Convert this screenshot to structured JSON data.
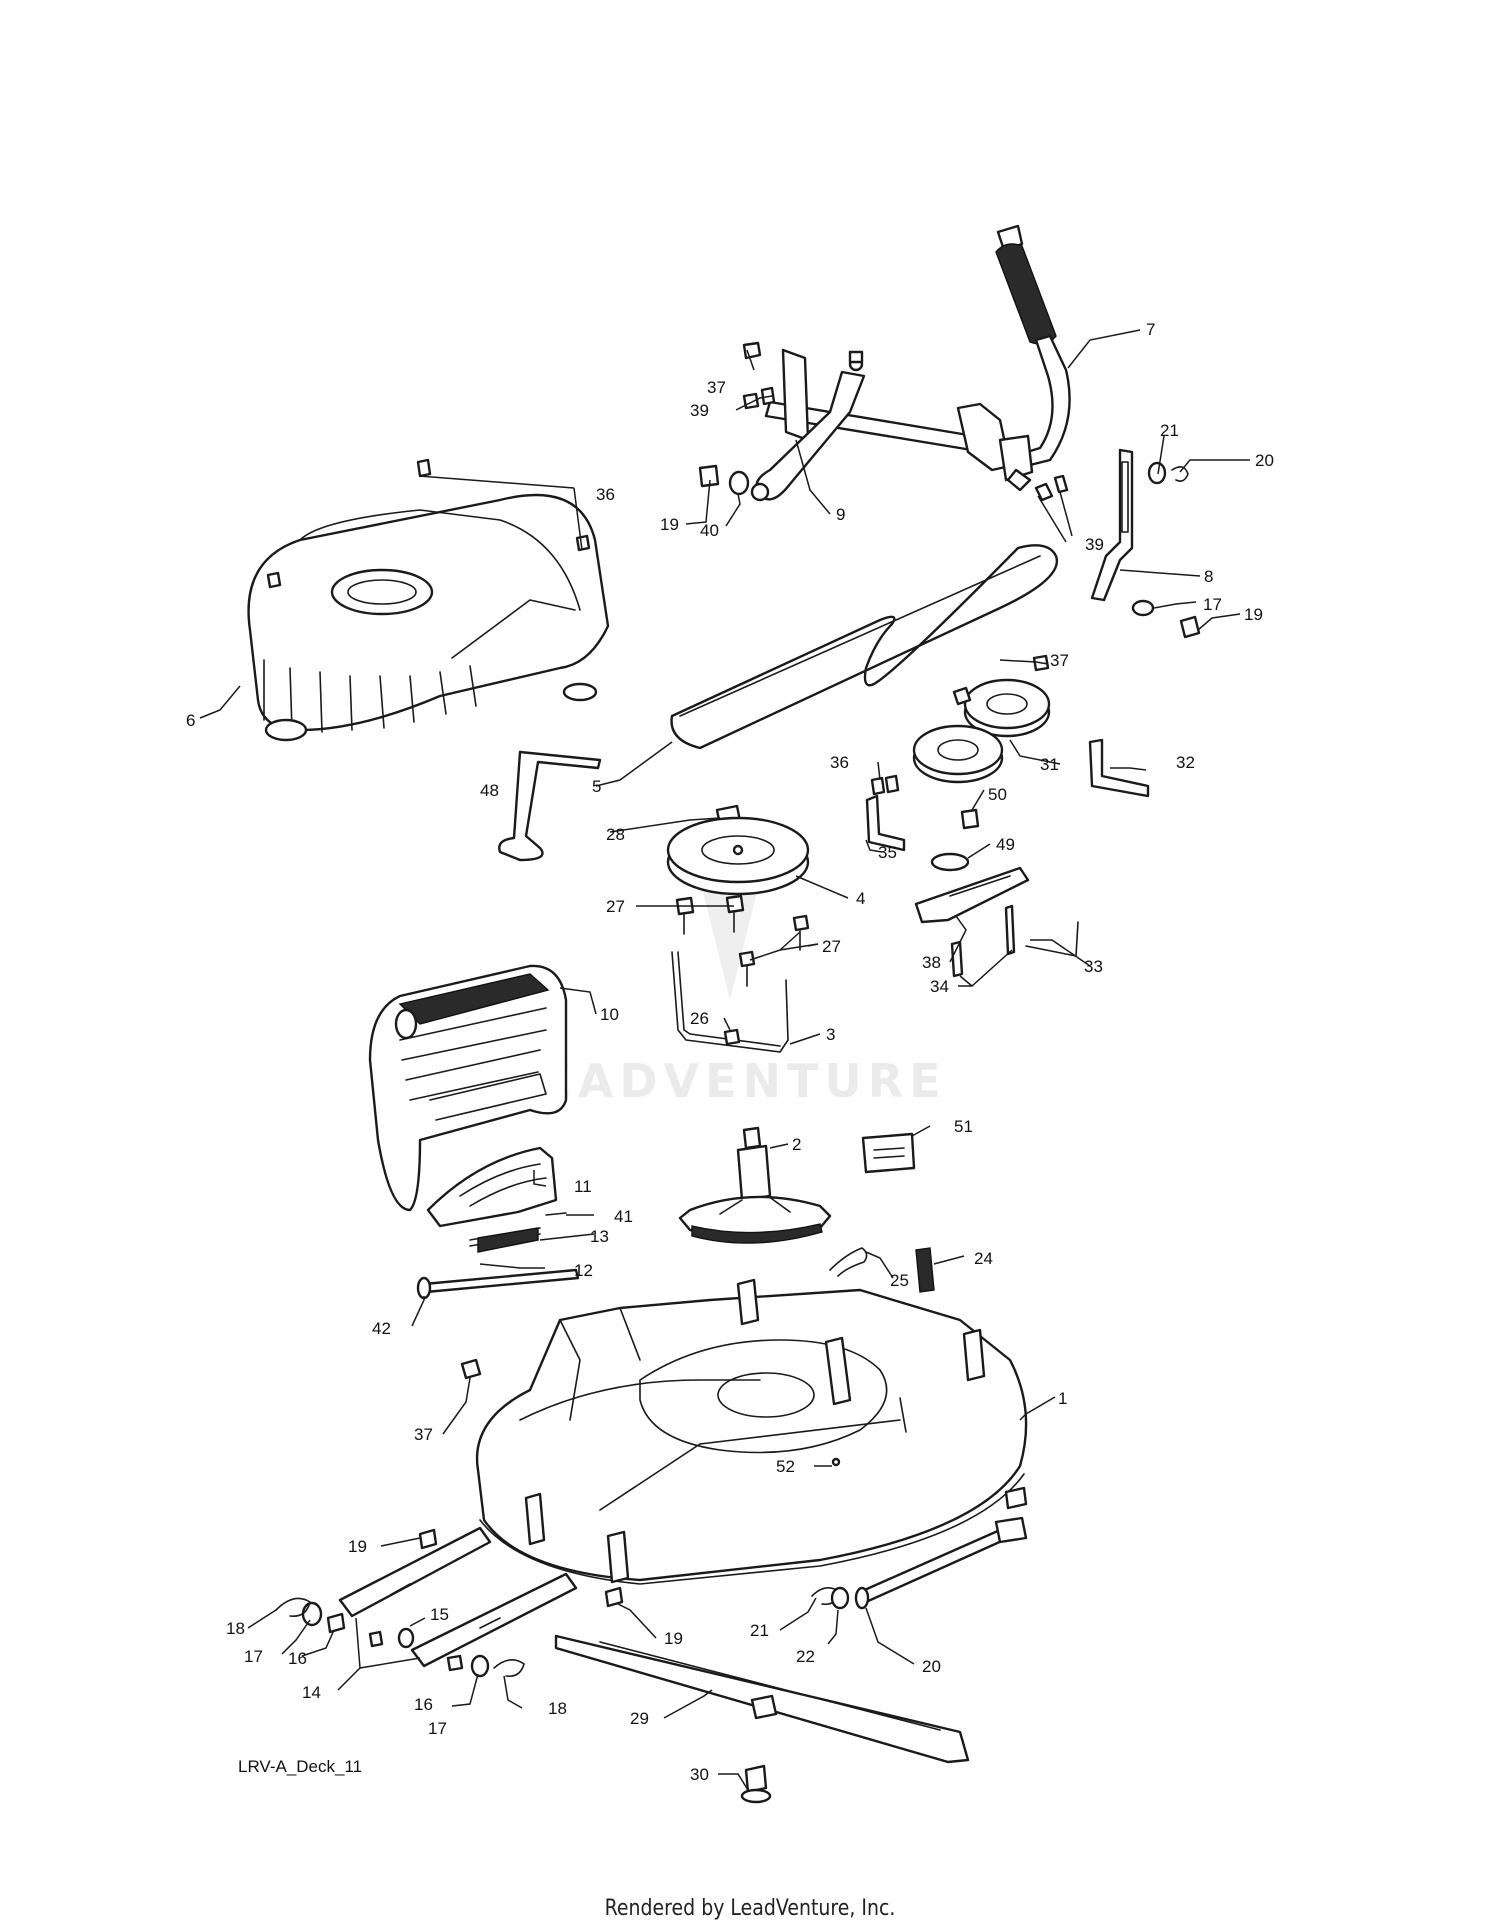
{
  "diagram_label": "LRV-A_Deck_11",
  "watermark": "LEADVENTURE",
  "footer": "Rendered by LeadVenture, Inc.",
  "callouts": [
    "1",
    "2",
    "3",
    "4",
    "5",
    "6",
    "7",
    "8",
    "9",
    "10",
    "11",
    "12",
    "13",
    "14",
    "15",
    "16",
    "16",
    "17",
    "17",
    "17",
    "18",
    "18",
    "19",
    "19",
    "19",
    "19",
    "20",
    "20",
    "21",
    "21",
    "22",
    "24",
    "25",
    "26",
    "27",
    "27",
    "28",
    "29",
    "30",
    "31",
    "32",
    "33",
    "34",
    "35",
    "36",
    "36",
    "37",
    "37",
    "37",
    "38",
    "39",
    "39",
    "40",
    "41",
    "42",
    "48",
    "49",
    "50",
    "51",
    "52"
  ]
}
